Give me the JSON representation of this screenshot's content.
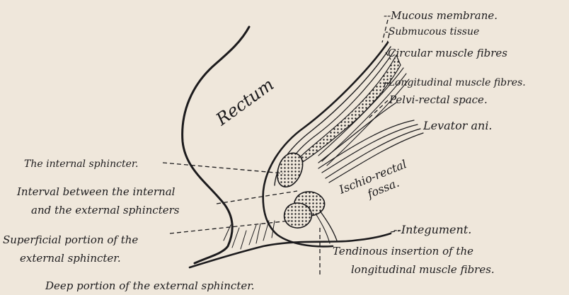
{
  "figure": {
    "labels": {
      "rectum": "Rectum",
      "mucous_membrane": "--Mucous membrane.",
      "submucous_tissue": "-Submucous tissue",
      "circular_muscle": "Circular muscle fibres",
      "longitudinal_muscle": "-Longitudinal muscle fibres.",
      "pelvi_rectal": "Pelvi-rectal space.",
      "levator_ani": "Levator ani.",
      "ischio_rectal_1": "Ischio-rectal",
      "ischio_rectal_2": "fossa.",
      "internal_sphincter": "The internal sphincter.",
      "interval_1": "Interval between the internal",
      "interval_2": "and the external sphincters",
      "superficial_1": "Superficial portion of the",
      "superficial_2": "external sphincter.",
      "deep_portion": "Deep portion of the external sphincter.",
      "integument": "--Integument.",
      "tendinous_1": "Tendinous insertion of the",
      "tendinous_2": "longitudinal muscle fibres."
    }
  }
}
